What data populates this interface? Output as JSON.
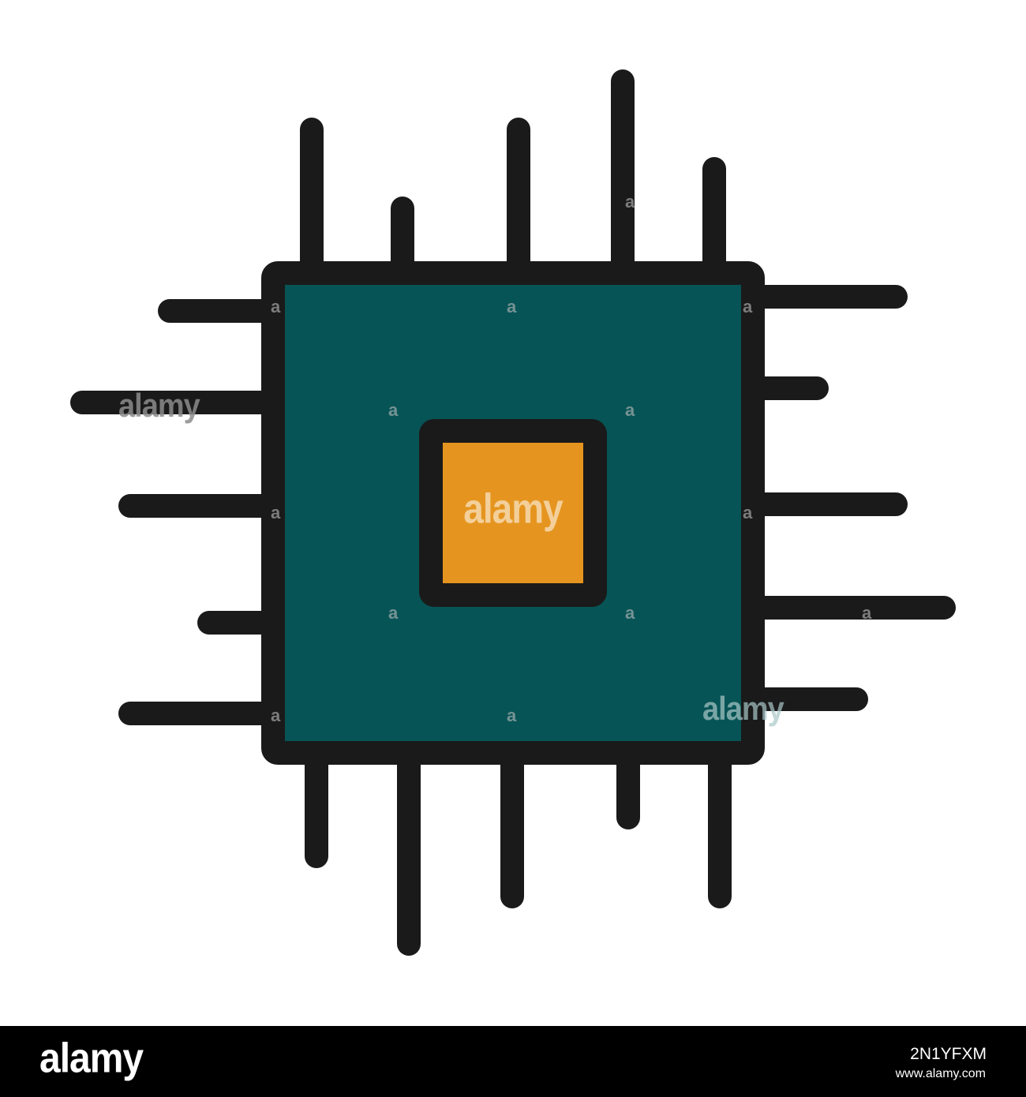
{
  "colors": {
    "outline": "#1a1a1a",
    "chip_body": "#075456",
    "core": "#e5951f",
    "background": "#ffffff",
    "footer": "#000000"
  },
  "illustration": {
    "icon_name": "cpu-chip-icon",
    "watermark_text": "alamy",
    "watermark_mark": "a"
  },
  "footer": {
    "brand": "alamy",
    "image_id": "2N1YFXM",
    "alamy_url": "www.alamy.com"
  }
}
